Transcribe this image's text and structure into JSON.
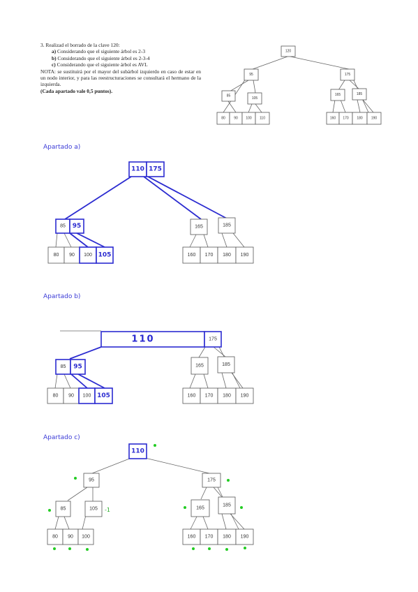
{
  "question": {
    "heading": "3. Realizad el borrado de la clave 120:",
    "items": [
      {
        "letter": "a)",
        "text": " Considerando que el siguiente árbol es 2-3"
      },
      {
        "letter": "b)",
        "text": " Considerando que el siguiente árbol es 2-3-4"
      },
      {
        "letter": "c)",
        "text": " Considerando que el siguiente árbol es AVL"
      }
    ],
    "note": "NOTA: se sustituirá por el mayor del subárbol izquierdo en caso de estar en un nodo interior, y para las reestructuraciones se consultará el hermano de la izquierda.",
    "points": "(Cada apartado vale 0,5 puntos)."
  },
  "sections": {
    "a": "Apartado a)",
    "b": "Apartado b)",
    "c": "Apartado c)"
  },
  "trees": {
    "original": {
      "root": "120",
      "l1": [
        "95",
        "175"
      ],
      "l2": [
        "85",
        "105",
        "165",
        "185"
      ],
      "leaves": [
        "80",
        "90",
        "100",
        "110",
        "160",
        "170",
        "180",
        "190"
      ]
    },
    "a": {
      "root": [
        "110",
        "175"
      ],
      "mid": [
        "85",
        "95",
        "165",
        "185"
      ],
      "leaves": [
        "80",
        "90",
        "100",
        "105",
        "160",
        "170",
        "180",
        "190"
      ]
    },
    "b": {
      "root": [
        "110",
        "175"
      ],
      "mid": [
        "85",
        "95",
        "165",
        "185"
      ],
      "leaves": [
        "80",
        "90",
        "100",
        "105",
        "160",
        "170",
        "180",
        "190"
      ]
    },
    "c": {
      "root": "110",
      "l1": [
        "95",
        "175"
      ],
      "l2": [
        "85",
        "105",
        "165",
        "185"
      ],
      "leaves": [
        "80",
        "90",
        "100",
        "160",
        "170",
        "180",
        "190"
      ],
      "mark": "-1"
    }
  },
  "colors": {
    "ink_blue": "#2b2bd0",
    "label_blue": "#3b3bd6",
    "balance_green": "#22cc22"
  }
}
